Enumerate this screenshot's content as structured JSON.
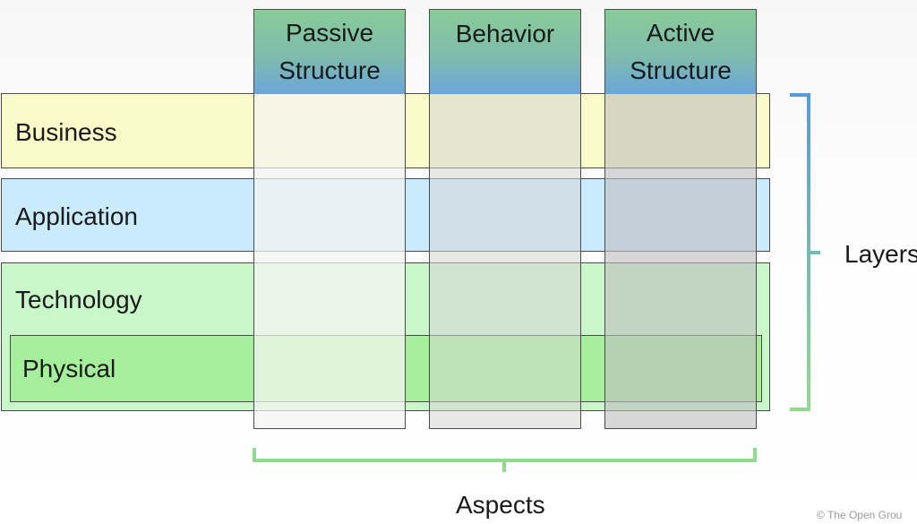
{
  "layers": {
    "business": "Business",
    "application": "Application",
    "technology": "Technology",
    "physical": "Physical",
    "group_label": "Layers"
  },
  "aspects": {
    "passive_line1": "Passive",
    "passive_line2": "Structure",
    "behavior": "Behavior",
    "active_line1": "Active",
    "active_line2": "Structure",
    "group_label": "Aspects"
  },
  "footer": {
    "copyright": "© The Open Grou"
  },
  "colors": {
    "business": "#fbfbc9",
    "application": "#c9ebfb",
    "technology": "#c9f7c9",
    "physical": "#a5ef9c",
    "brace_blue": "#5a9ad8",
    "brace_green": "#8fdc8f"
  }
}
